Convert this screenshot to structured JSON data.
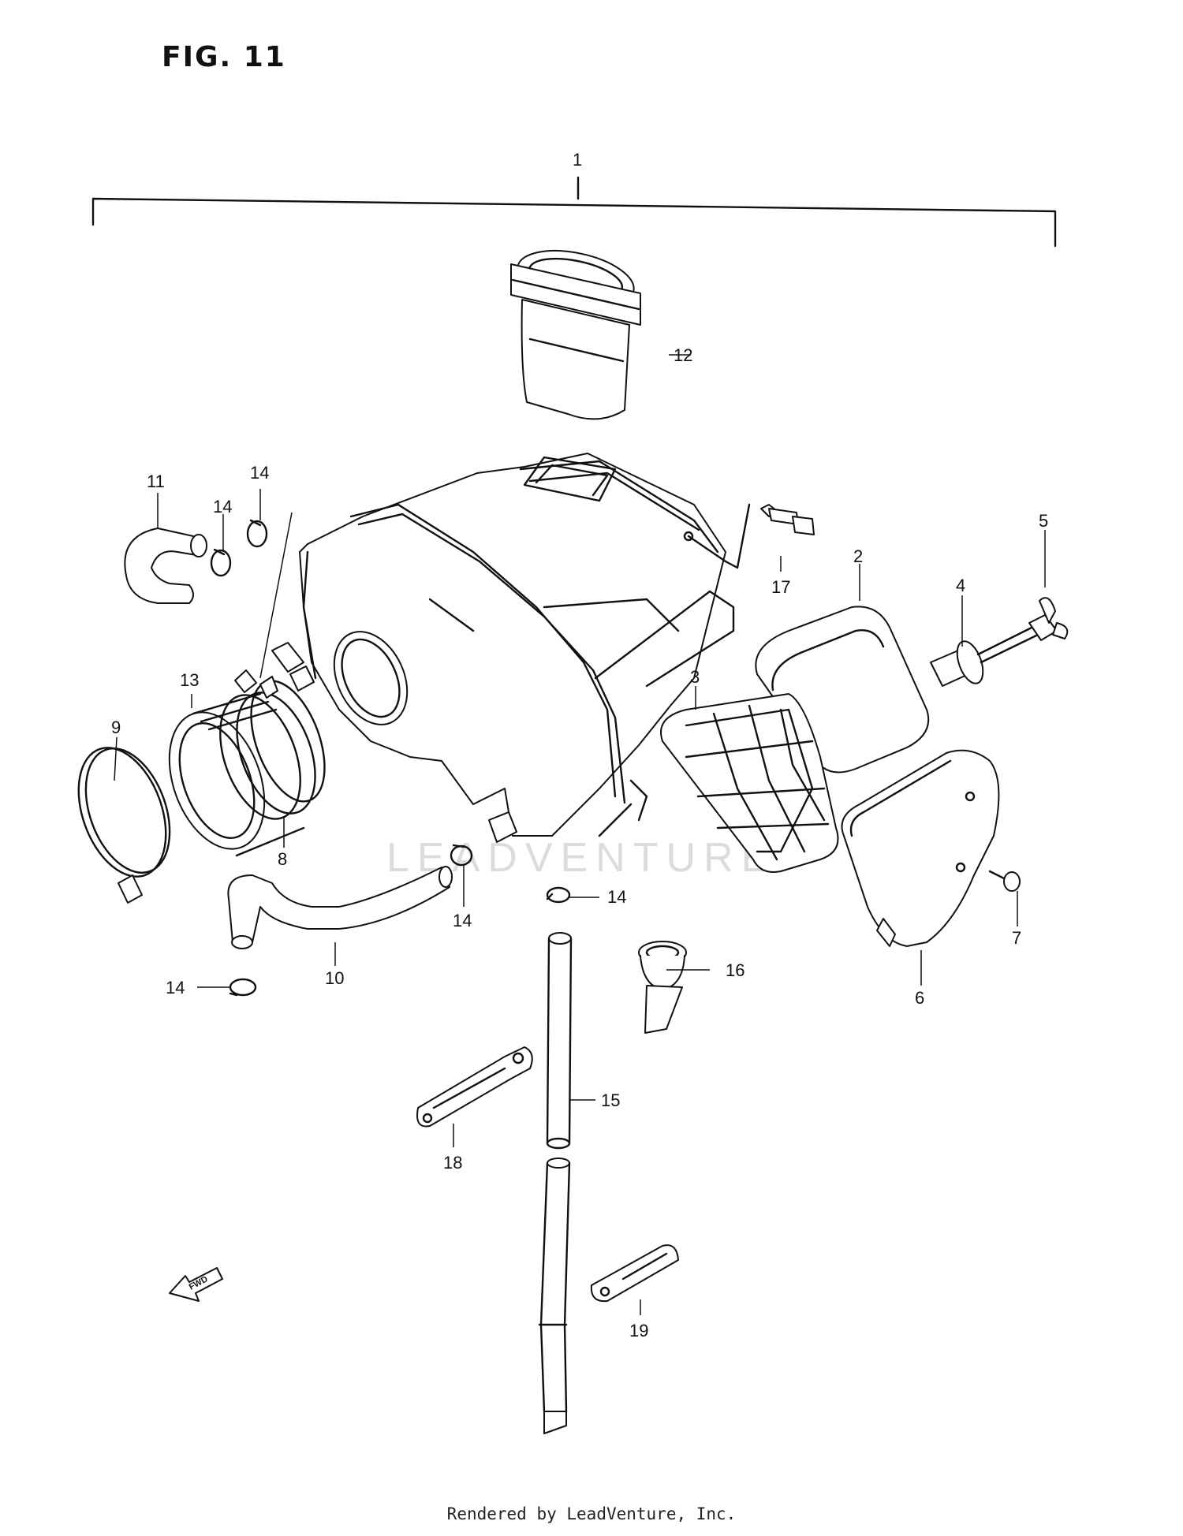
{
  "figure": {
    "title": "FIG. 11"
  },
  "watermark": "LEADVENTURE",
  "footer": "Rendered by LeadVenture, Inc.",
  "fwd_label": "FWD",
  "callouts": [
    {
      "id": "c1",
      "label": "1"
    },
    {
      "id": "c2",
      "label": "2"
    },
    {
      "id": "c3",
      "label": "3"
    },
    {
      "id": "c4",
      "label": "4"
    },
    {
      "id": "c5",
      "label": "5"
    },
    {
      "id": "c6",
      "label": "6"
    },
    {
      "id": "c7",
      "label": "7"
    },
    {
      "id": "c8",
      "label": "8"
    },
    {
      "id": "c9",
      "label": "9"
    },
    {
      "id": "c10",
      "label": "10"
    },
    {
      "id": "c11",
      "label": "11"
    },
    {
      "id": "c12",
      "label": "12"
    },
    {
      "id": "c13",
      "label": "13"
    },
    {
      "id": "c14a",
      "label": "14"
    },
    {
      "id": "c14b",
      "label": "14"
    },
    {
      "id": "c14c",
      "label": "14"
    },
    {
      "id": "c14d",
      "label": "14"
    },
    {
      "id": "c14e",
      "label": "14"
    },
    {
      "id": "c15",
      "label": "15"
    },
    {
      "id": "c16",
      "label": "16"
    },
    {
      "id": "c17",
      "label": "17"
    },
    {
      "id": "c18",
      "label": "18"
    },
    {
      "id": "c19",
      "label": "19"
    }
  ]
}
